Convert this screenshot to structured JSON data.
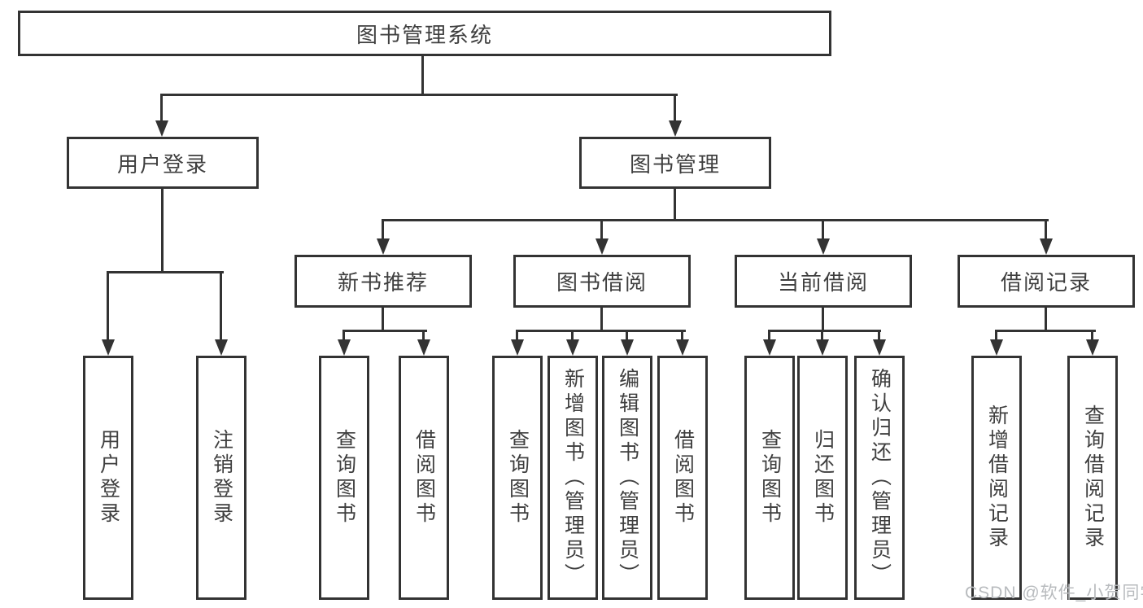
{
  "nodes": {
    "root": "图书管理系统",
    "user_login": "用户登录",
    "book_management": "图书管理",
    "new_book_recommend": "新书推荐",
    "book_borrow": "图书借阅",
    "current_borrow": "当前借阅",
    "borrow_records": "借阅记录",
    "leaf_user_login": "用户登录",
    "leaf_logout_login": "注销登录",
    "leaf_newrec_query_books": "查询图书",
    "leaf_newrec_borrow_books": "借阅图书",
    "leaf_borrow_query_books": "查询图书",
    "leaf_borrow_add_books_admin": "新增图书（管理员）",
    "leaf_borrow_edit_books_admin": "编辑图书（管理员）",
    "leaf_borrow_borrow_books": "借阅图书",
    "leaf_current_query_books": "查询图书",
    "leaf_current_return_books": "归还图书",
    "leaf_current_confirm_return_admin": "确认归还（管理员）",
    "leaf_records_add_record": "新增借阅记录",
    "leaf_records_query_record": "查询借阅记录"
  },
  "watermark": "CSDN @软件_小贺同学",
  "colors": {
    "line": "#333333",
    "text": "#3f3f3f",
    "background": "#ffffff",
    "watermark": "#b8bbbe"
  }
}
